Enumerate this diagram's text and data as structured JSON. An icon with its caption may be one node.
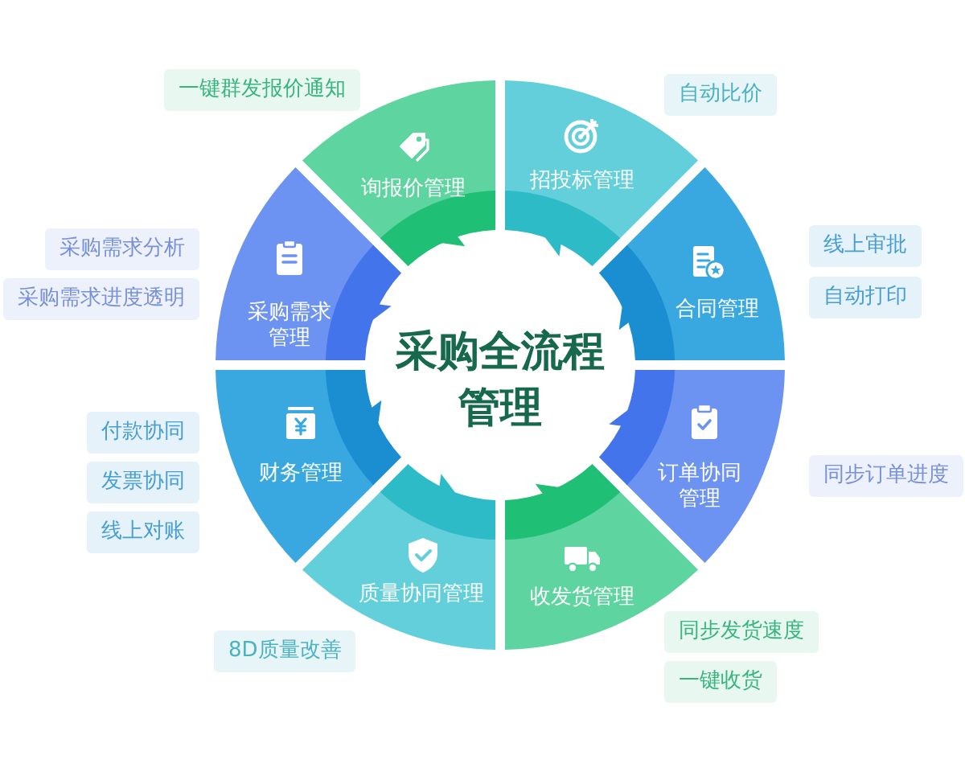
{
  "diagram": {
    "nodes": [
      {
        "text": [
          "采购全流程管理"
        ]
      },
      {
        "text": [
          "询报价管理"
        ]
      },
      {
        "text": [
          "招投标管理"
        ]
      },
      {
        "text": [
          "合同管理"
        ]
      },
      {
        "text": [
          "订单协同管理"
        ]
      },
      {
        "text": [
          "收发货管理"
        ]
      },
      {
        "text": [
          "质量协同管理"
        ]
      },
      {
        "text": [
          "财务管理"
        ]
      },
      {
        "text": [
          "采购需求管理"
        ]
      },
      {
        "text": [
          "一键群发报价通知"
        ]
      },
      {
        "text": [
          "自动比价"
        ]
      },
      {
        "text": [
          "线上审批"
        ]
      },
      {
        "text": [
          "自动打印"
        ]
      },
      {
        "text": [
          "同步订单进度"
        ]
      },
      {
        "text": [
          "同步发货速度"
        ]
      },
      {
        "text": [
          "一键收货"
        ]
      },
      {
        "text": [
          "8D质量改善"
        ]
      },
      {
        "text": [
          "付款协同"
        ]
      },
      {
        "text": [
          "发票协同"
        ]
      },
      {
        "text": [
          "线上对账"
        ]
      },
      {
        "text": [
          "采购需求分析"
        ]
      },
      {
        "text": [
          "采购需求进度透明"
        ]
      }
    ]
  }
}
